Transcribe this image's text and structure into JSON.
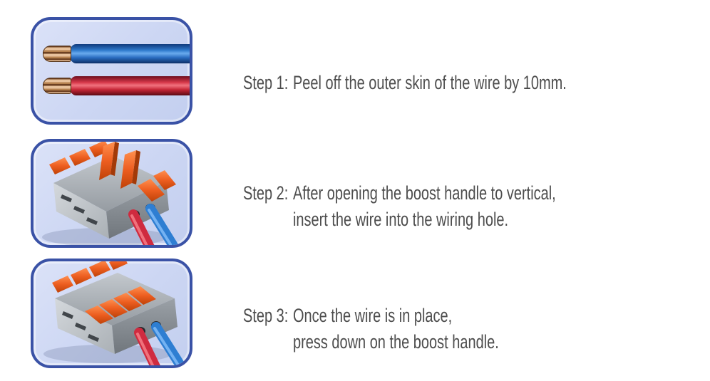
{
  "page": {
    "description": "Three-step wiring connector instructions",
    "background": "#ffffff"
  },
  "colors": {
    "panel_border": "#3a52a6",
    "panel_background": "#ccd6f3",
    "text": "#4d4d4d",
    "wire_blue": "#2f7acc",
    "wire_red": "#d63749",
    "copper": "#e8c29d",
    "lever_orange": "#ed5e20",
    "connector_gray": "#b0b5ba"
  },
  "steps": [
    {
      "label": "Step 1:",
      "lines": [
        "Peel off the outer skin of the wire by 10mm."
      ],
      "illustration": "stripped-wires-photo"
    },
    {
      "label": "Step 2:",
      "lines": [
        "After opening the boost handle to vertical,",
        "insert the wire into the wiring hole."
      ],
      "illustration": "connector-levers-up-photo"
    },
    {
      "label": "Step 3:",
      "lines": [
        "Once the wire is in place,",
        "press down on the boost handle."
      ],
      "illustration": "connector-levers-down-photo"
    }
  ]
}
